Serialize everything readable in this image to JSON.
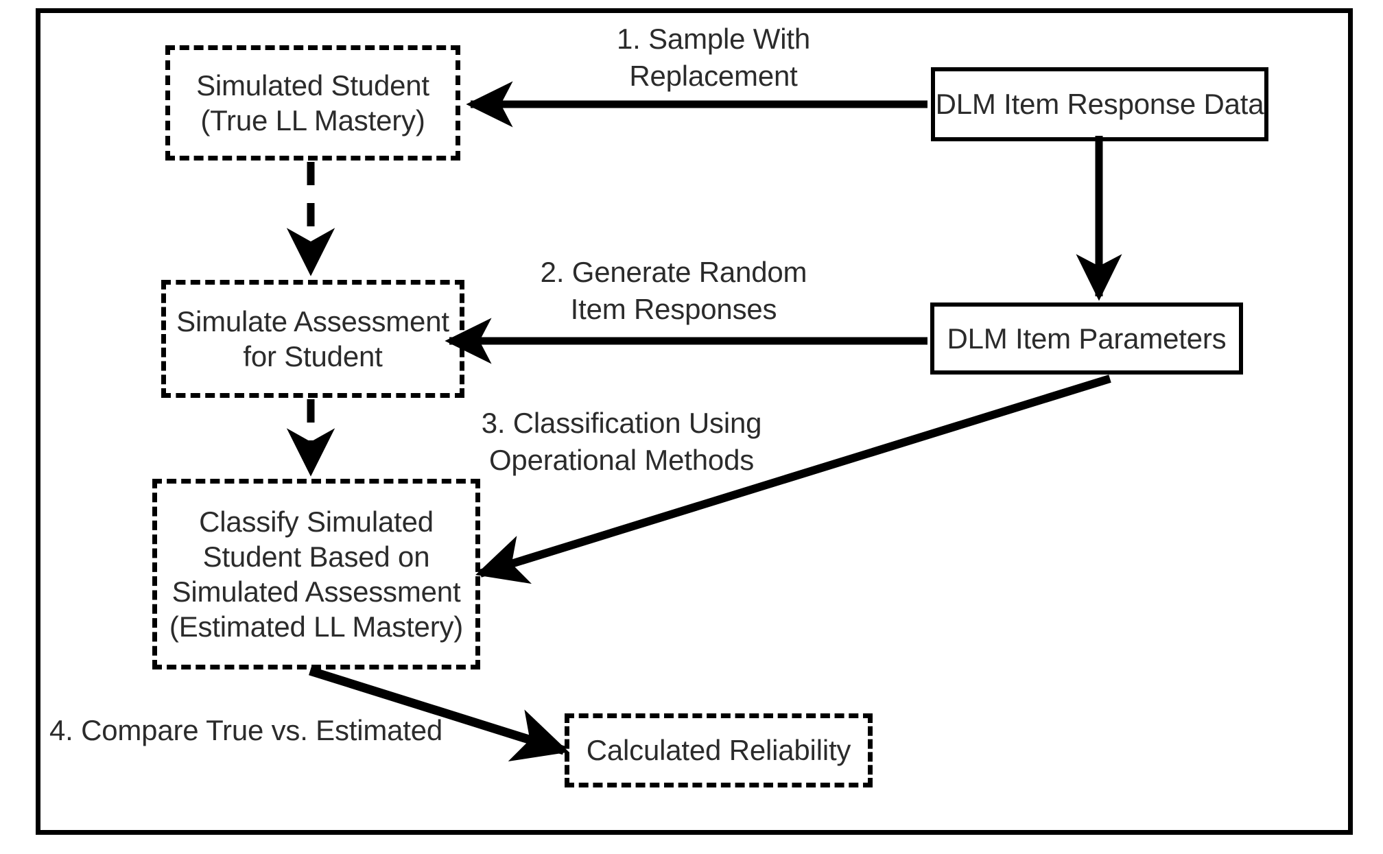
{
  "figure": {
    "type": "flowchart",
    "description": "Simulation procedure for calculating DLM reliability",
    "frame_color": "#000000",
    "text_color": "#2b2b2b"
  },
  "nodes": [
    {
      "id": "simulated-student",
      "style": "dashed",
      "lines": [
        "Simulated Student",
        "(True LL Mastery)"
      ]
    },
    {
      "id": "dlm-item-response-data",
      "style": "solid",
      "lines": [
        "DLM Item Response Data"
      ]
    },
    {
      "id": "simulate-assessment",
      "style": "dashed",
      "lines": [
        "Simulate Assessment",
        "for Student"
      ]
    },
    {
      "id": "dlm-item-parameters",
      "style": "solid",
      "lines": [
        "DLM Item Parameters"
      ]
    },
    {
      "id": "classify-simulated-student",
      "style": "dashed",
      "lines": [
        "Classify Simulated",
        "Student Based on",
        "Simulated Assessment",
        "(Estimated LL Mastery)"
      ]
    },
    {
      "id": "calculated-reliability",
      "style": "dashed",
      "lines": [
        "Calculated Reliability"
      ]
    }
  ],
  "steps": [
    {
      "id": "step-1",
      "lines": [
        "1. Sample With",
        "Replacement"
      ]
    },
    {
      "id": "step-2",
      "lines": [
        "2. Generate Random",
        "Item Responses"
      ]
    },
    {
      "id": "step-3",
      "lines": [
        "3. Classification Using",
        "Operational Methods"
      ]
    },
    {
      "id": "step-4",
      "lines": [
        "4. Compare True vs. Estimated"
      ]
    }
  ],
  "connectors": [
    {
      "id": "response-data-to-simulated-student",
      "style": "solid",
      "from": "dlm-item-response-data",
      "to": "simulated-student",
      "label": "step-1"
    },
    {
      "id": "response-data-to-item-parameters",
      "style": "solid",
      "from": "dlm-item-response-data",
      "to": "dlm-item-parameters",
      "label": ""
    },
    {
      "id": "item-parameters-to-simulate-assessment",
      "style": "solid",
      "from": "dlm-item-parameters",
      "to": "simulate-assessment",
      "label": "step-2"
    },
    {
      "id": "item-parameters-to-classify",
      "style": "solid",
      "from": "dlm-item-parameters",
      "to": "classify-simulated-student",
      "label": "step-3"
    },
    {
      "id": "simulated-student-to-simulate-assessment",
      "style": "dashed",
      "from": "simulated-student",
      "to": "simulate-assessment",
      "label": ""
    },
    {
      "id": "simulate-assessment-to-classify",
      "style": "dashed",
      "from": "simulate-assessment",
      "to": "classify-simulated-student",
      "label": ""
    },
    {
      "id": "classify-to-calculated-reliability",
      "style": "solid",
      "from": "classify-simulated-student",
      "to": "calculated-reliability",
      "label": "step-4"
    }
  ]
}
